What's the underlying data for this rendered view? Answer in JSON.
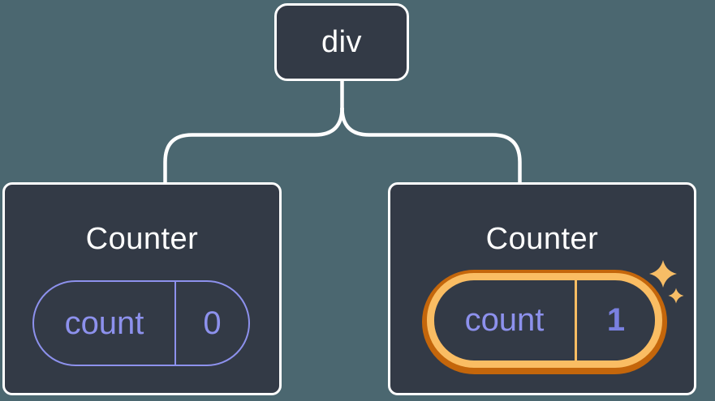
{
  "diagram": {
    "description": "React component tree with state",
    "tree": {
      "root": {
        "label": "div"
      },
      "children": [
        {
          "title": "Counter",
          "state_key": "count",
          "state_value": "0",
          "highlighted": false
        },
        {
          "title": "Counter",
          "state_key": "count",
          "state_value": "1",
          "highlighted": true
        }
      ]
    }
  },
  "icons": {
    "sparkles": "two four-point star glyphs marking updated state"
  },
  "colors": {
    "background": "#4b6770",
    "node_fill": "#333a46",
    "node_border": "#ffffff",
    "connector": "#ffffff",
    "node_text": "#ffffff",
    "state_accent": "#8d91ed",
    "state_value_bold": "#7a80e0",
    "highlight_outer": "#c4660b",
    "highlight_inner": "#fabd63",
    "sparkle": "#f7bd66"
  }
}
